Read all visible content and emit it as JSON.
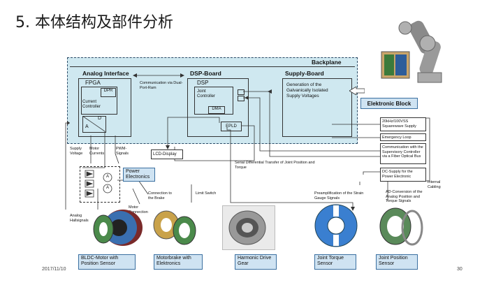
{
  "slide": {
    "title": "5. 本体结构及部件分析",
    "date": "2017/11/10",
    "page_number": "30"
  },
  "diagram": {
    "backplane": "Backplane",
    "analog_interface": "Analog Interface",
    "dsp_board": "DSP-Board",
    "supply_board": "Supply-Board",
    "fpga": "FPGA",
    "dpr": "DPR",
    "current_controller": "Current Controller",
    "d_label": "D",
    "a_label": "A",
    "comm_dpr": "Communication via Dual-Port-Ram",
    "dsp": "DSP",
    "joint_controller": "Joint Controller",
    "dma": "DMA",
    "epld": "EPLD",
    "supply_text": "Generation of the Galvanically Isolated Supply Voltages",
    "elektronic_block": "Elektronic Block",
    "supply_20khz": "20kHz/100VSS Squarewave Supply",
    "emergency_loop": "Emergency Loop",
    "comm_fiber": "Communication with the Supervisory Controller via a Fiber Optical Bus",
    "dc_supply": "DC-Supply for the Power Electronic",
    "internal_cabling": "Internal Cabling",
    "serial_diff": "Serial Differential Transfer of Joint Position and Torque",
    "lcd_display": "LCD-Display",
    "supply_voltage": "Supply Voltage",
    "motor_currents": "Motor Currents",
    "pwm_signals": "PWM-Signals",
    "power_electronics": "Power Electronics",
    "a_circle": "A",
    "connection_brake": "Connection to the Brake",
    "limit_switch": "Limit Switch",
    "motor_connection": "Motor Connection",
    "analog_hallsignals": "Analog Hallsignals",
    "preamplification": "Preamplification of the Strain Gauge Signals",
    "ad_conversion": "AD-Conversion of the Analog Position and Torque Signals",
    "components": [
      "BLDC-Motor with Position Sensor",
      "Motorbrake with Elektronics",
      "Harmonic Drive Gear",
      "Joint Torque Sensor",
      "Joint Position Sensor"
    ]
  },
  "colors": {
    "backplane_fill": "#cfe8f0",
    "label_box_fill": "#cfe3f2",
    "label_box_border": "#3a6fa0"
  }
}
